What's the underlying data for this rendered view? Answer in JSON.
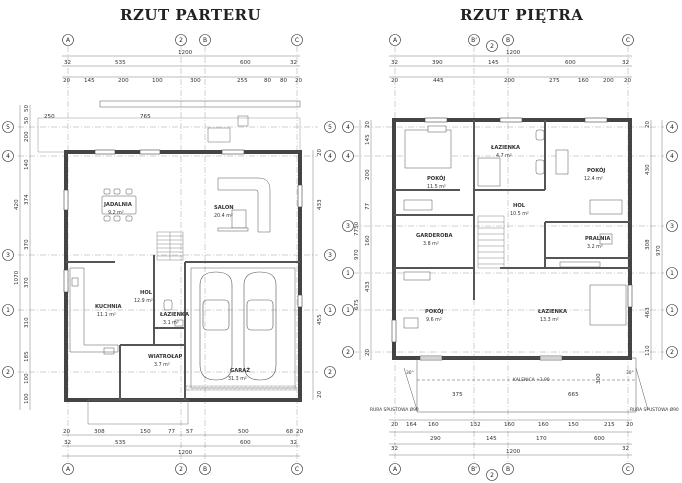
{
  "titles": {
    "ground": "RZUT PARTERU",
    "upper": "RZUT PIĘTRA"
  },
  "axes": {
    "ground": [
      "A",
      "2",
      "B",
      "C"
    ],
    "upper": [
      "A",
      "B'",
      "2",
      "B",
      "C"
    ],
    "rows": [
      "1",
      "2",
      "3",
      "4",
      "5"
    ]
  },
  "ground_rooms": [
    {
      "name": "JADALNIA",
      "area": "9.2 m²"
    },
    {
      "name": "SALON",
      "area": "20.4 m²"
    },
    {
      "name": "KUCHNIA",
      "area": "11.1 m²"
    },
    {
      "name": "HOL",
      "area": "12.9 m²"
    },
    {
      "name": "ŁAZIENKA",
      "area": "3.1 m²"
    },
    {
      "name": "WIATROŁAP",
      "area": "3.7 m²"
    },
    {
      "name": "GARAŻ",
      "area": "31.3 m²"
    }
  ],
  "upper_rooms": [
    {
      "name": "POKÓJ",
      "area": "11.5 m²"
    },
    {
      "name": "ŁAZIENKA",
      "area": "4.7 m²"
    },
    {
      "name": "POKÓJ",
      "area": "12.4 m²"
    },
    {
      "name": "HOL",
      "area": "10.5 m²"
    },
    {
      "name": "GARDEROBA",
      "area": "3.8 m²"
    },
    {
      "name": "PRALNIA",
      "area": "3.2 m²"
    },
    {
      "name": "POKÓJ",
      "area": "9.6 m²"
    },
    {
      "name": "ŁAZIENKA",
      "area": "13.3 m²"
    }
  ],
  "ground_dims": {
    "top_total": "1200",
    "top_mid": [
      "535",
      "600"
    ],
    "top_edge": [
      "32",
      "32"
    ],
    "top_detail": [
      "20",
      "145",
      "200",
      "100",
      "300",
      "255",
      "80",
      "80",
      "20"
    ],
    "top_upper": [
      "250",
      "765"
    ],
    "bottom_detail": [
      "20",
      "308",
      "150",
      "77",
      "57",
      "500",
      "68",
      "20"
    ],
    "bottom_mid": [
      "535",
      "600"
    ],
    "bottom_edge": [
      "32",
      "32"
    ],
    "bottom_total": "1200",
    "left_outer": [
      "50",
      "50",
      "200",
      "140",
      "374",
      "370",
      "370",
      "310",
      "185",
      "100",
      "100"
    ],
    "left_total": [
      "420",
      "1070"
    ],
    "right_outer": [
      "20",
      "433",
      "455",
      "20"
    ]
  },
  "upper_dims": {
    "top_total": "1200",
    "top_mid": [
      "390",
      "145",
      "600"
    ],
    "top_edge": [
      "32",
      "32"
    ],
    "top_detail": [
      "20",
      "445",
      "200",
      "275",
      "160",
      "200",
      "20"
    ],
    "bottom_detail": [
      "20",
      "164",
      "160",
      "132",
      "160",
      "160",
      "150",
      "215",
      "20"
    ],
    "bottom_mid": [
      "290",
      "145",
      "170",
      "600"
    ],
    "bottom_edge": [
      "32",
      "32"
    ],
    "bottom_total": "1200",
    "left_outer": [
      "20",
      "145",
      "200",
      "77",
      "160",
      "433",
      "675",
      "20"
    ],
    "left_total": [
      "7750",
      "970"
    ],
    "right_outer": [
      "20",
      "430",
      "308",
      "463",
      "110",
      "970"
    ]
  },
  "annotations": {
    "kalenica": "KALENICA +3.90",
    "rura1": "RURA SPUSTOWA Ø90",
    "rura2": "RURA SPUSTOWA Ø90",
    "angle1": "30°",
    "angle2": "30°",
    "roof_dims": [
      "375",
      "665",
      "300"
    ]
  }
}
